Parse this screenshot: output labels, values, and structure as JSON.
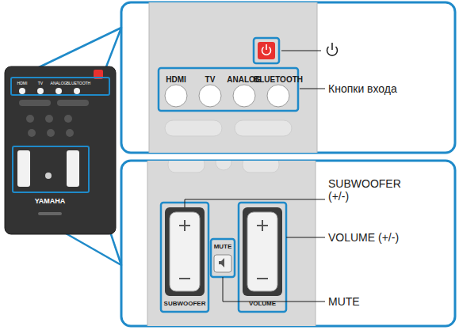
{
  "diagram": {
    "labels": [
      "HDMI",
      "TV",
      "ANALOG",
      "BLUETOOTH",
      "Кнопки входа",
      "SUBWOOFER (+/-)",
      "VOLUME (+/-)",
      "MUTE",
      "MUTE",
      "SUBWOOFER",
      "VOLUME",
      "YAMAHA",
      "HDMI",
      "TV",
      "ANALOG",
      "BLUETOOTH"
    ]
  }
}
